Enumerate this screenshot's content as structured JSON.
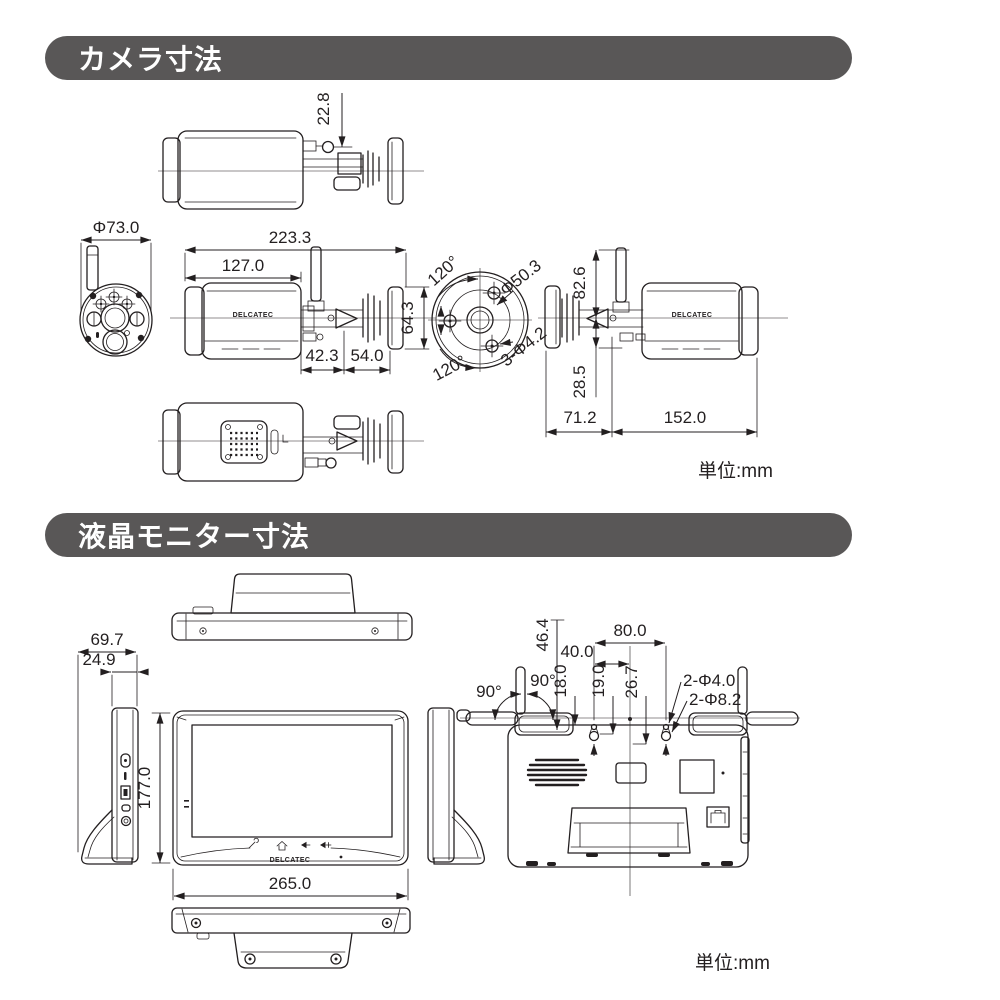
{
  "page": {
    "background": "#ffffff",
    "accent": "#595757",
    "line_color": "#231f20"
  },
  "camera_section": {
    "title": "カメラ寸法",
    "unit_label": "単位:mm",
    "brand": "DELCATEC",
    "dims": {
      "top_offset": "22.8",
      "front_diameter": "Φ73.0",
      "overall_length": "223.3",
      "body_length": "127.0",
      "plate_height": "64.3",
      "arm_rear": "42.3",
      "arm_front": "54.0",
      "angle_upper": "120°",
      "plate_circle": "Φ50.3",
      "plate_holes": "3-Φ4.2",
      "angle_lower": "120°",
      "height_antenna": "82.6",
      "height_lower": "28.5",
      "depth_rear": "71.2",
      "depth_front": "152.0"
    }
  },
  "monitor_section": {
    "title": "液晶モニター寸法",
    "unit_label": "単位:mm",
    "brand": "DELCATEC",
    "dims": {
      "depth_total": "69.7",
      "depth_panel": "24.9",
      "mount_top": "46.4",
      "mount_half_pitch": "40.0",
      "mount_pitch": "80.0",
      "angle_left": "90°",
      "angle_right": "90°",
      "mount_v1": "18.0",
      "mount_v2": "19.0",
      "mount_v3": "26.7",
      "hole_small": "2-Φ4.0",
      "hole_large": "2-Φ8.2",
      "height": "177.0",
      "width": "265.0"
    }
  }
}
